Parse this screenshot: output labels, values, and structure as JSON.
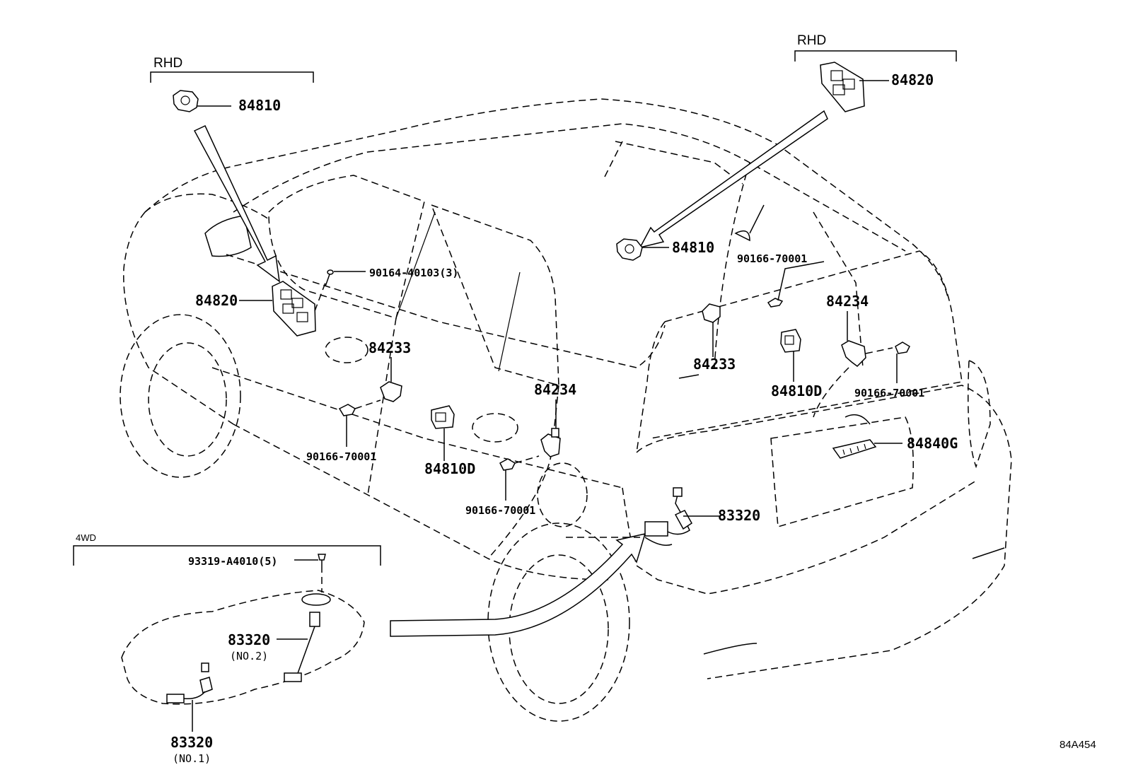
{
  "diagram": {
    "groups": {
      "rhd_left": "RHD",
      "rhd_right": "RHD",
      "fwd": "4WD"
    },
    "callouts": [
      {
        "key": "p84810_rhd",
        "text": "84810"
      },
      {
        "key": "p84820_rhd",
        "text": "84820"
      },
      {
        "key": "p84810_main",
        "text": "84810"
      },
      {
        "key": "p84820_main",
        "text": "84820"
      },
      {
        "key": "p90164",
        "text": "90164-40103(3)"
      },
      {
        "key": "p90166_roof",
        "text": "90166-70001"
      },
      {
        "key": "p84234_rear",
        "text": "84234"
      },
      {
        "key": "p84233_rear",
        "text": "84233"
      },
      {
        "key": "p84810D_rear",
        "text": "84810D"
      },
      {
        "key": "p90166_rear",
        "text": "90166-70001"
      },
      {
        "key": "p84840G",
        "text": "84840G"
      },
      {
        "key": "p84233_front",
        "text": "84233"
      },
      {
        "key": "p90166_front",
        "text": "90166-70001"
      },
      {
        "key": "p84810D_front",
        "text": "84810D"
      },
      {
        "key": "p84234_mid",
        "text": "84234"
      },
      {
        "key": "p90166_mid",
        "text": "90166-70001"
      },
      {
        "key": "p83320_main",
        "text": "83320"
      },
      {
        "key": "p93319",
        "text": "93319-A4010(5)"
      },
      {
        "key": "p83320_no2",
        "text": "83320"
      },
      {
        "key": "p83320_no2_sub",
        "text": "(NO.2)"
      },
      {
        "key": "p83320_no1",
        "text": "83320"
      },
      {
        "key": "p83320_no1_sub",
        "text": "(NO.1)"
      }
    ],
    "figure_code": "84A454"
  }
}
